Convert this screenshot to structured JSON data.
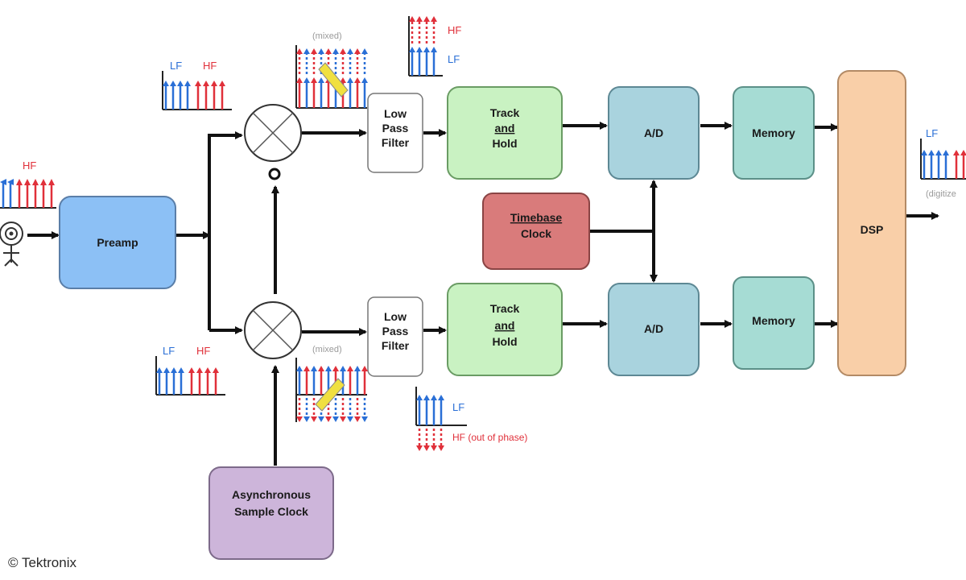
{
  "blocks": {
    "preamp": "Preamp",
    "lpf_top": [
      "Low",
      "Pass",
      "Filter"
    ],
    "lpf_bottom": [
      "Low",
      "Pass",
      "Filter"
    ],
    "track_hold_top": [
      "Track",
      "and",
      "Hold"
    ],
    "track_hold_bottom": [
      "Track",
      "and",
      "Hold"
    ],
    "ad_top": "A/D",
    "ad_bottom": "A/D",
    "timebase": [
      "Timebase",
      "Clock"
    ],
    "memory_top": "Memory",
    "memory_bottom": "Memory",
    "dsp": "DSP",
    "async_clock": [
      "Asynchronous",
      "Sample Clock"
    ]
  },
  "spectra": {
    "lf": "LF",
    "hf": "HF",
    "mixed": "(mixed)",
    "hf_out_of_phase": "HF (out of phase)",
    "digitized": "(digitize"
  },
  "colors": {
    "preamp": "#8cc0f5",
    "lpf": "#ffffff",
    "track_hold": "#c9f2c2",
    "ad": "#a9d3de",
    "timebase": "#d97b7b",
    "memory": "#a6dcd4",
    "dsp": "#f9cfa8",
    "async_clock": "#cdb5da",
    "lf_series": "#2a6fd6",
    "hf_series": "#e0303a"
  },
  "copyright": "© Tektronix"
}
